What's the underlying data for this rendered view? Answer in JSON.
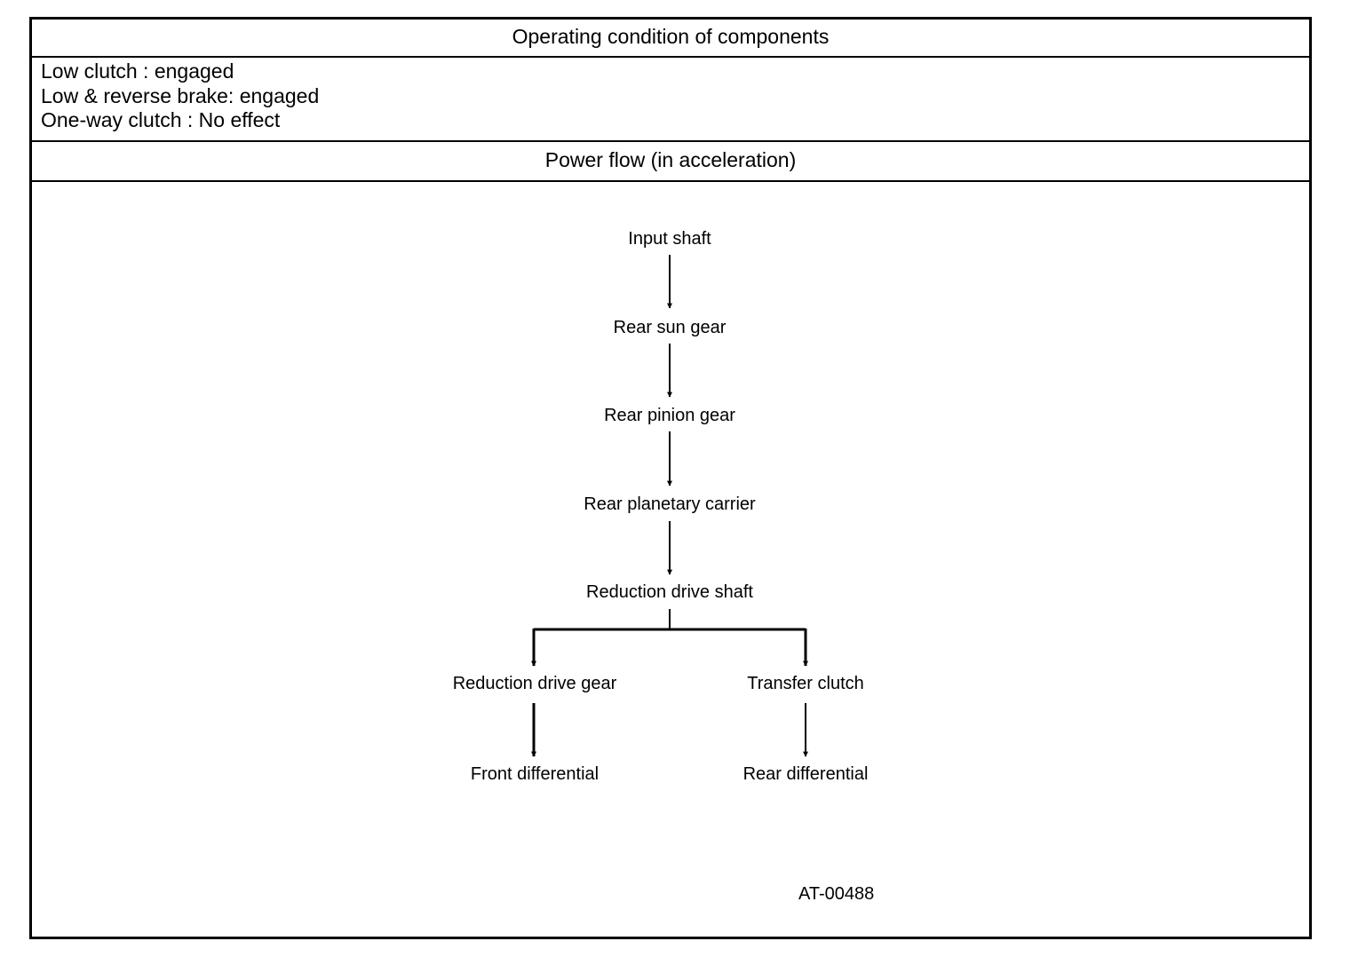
{
  "table": {
    "header_components": "Operating condition of components",
    "conditions": [
      "Low clutch : engaged",
      "Low & reverse brake: engaged",
      "One-way clutch : No effect"
    ],
    "header_power_flow": "Power flow (in acceleration)"
  },
  "flow": {
    "nodes": {
      "input_shaft": "Input shaft",
      "rear_sun_gear": "Rear sun gear",
      "rear_pinion_gear": "Rear pinion gear",
      "rear_planetary_carrier": "Rear planetary carrier",
      "reduction_drive_shaft": "Reduction drive shaft",
      "reduction_drive_gear": "Reduction drive gear",
      "transfer_clutch": "Transfer clutch",
      "front_differential": "Front differential",
      "rear_differential": "Rear differential"
    }
  },
  "figure_code": "AT-00488"
}
